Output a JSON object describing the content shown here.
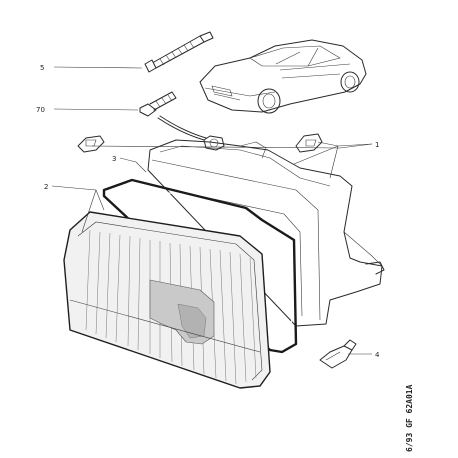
{
  "callouts": [
    {
      "id": "c5",
      "label": "5"
    },
    {
      "id": "c70",
      "label": "70"
    },
    {
      "id": "c3",
      "label": "3"
    },
    {
      "id": "c2",
      "label": "2"
    },
    {
      "id": "c1",
      "label": "1"
    },
    {
      "id": "c4",
      "label": "4"
    }
  ],
  "reference_code": "6/93 GF 62A01A",
  "colors": {
    "ink": "#2a2a2a",
    "paper": "#ffffff",
    "lens_shade": "#d8d8d8"
  }
}
